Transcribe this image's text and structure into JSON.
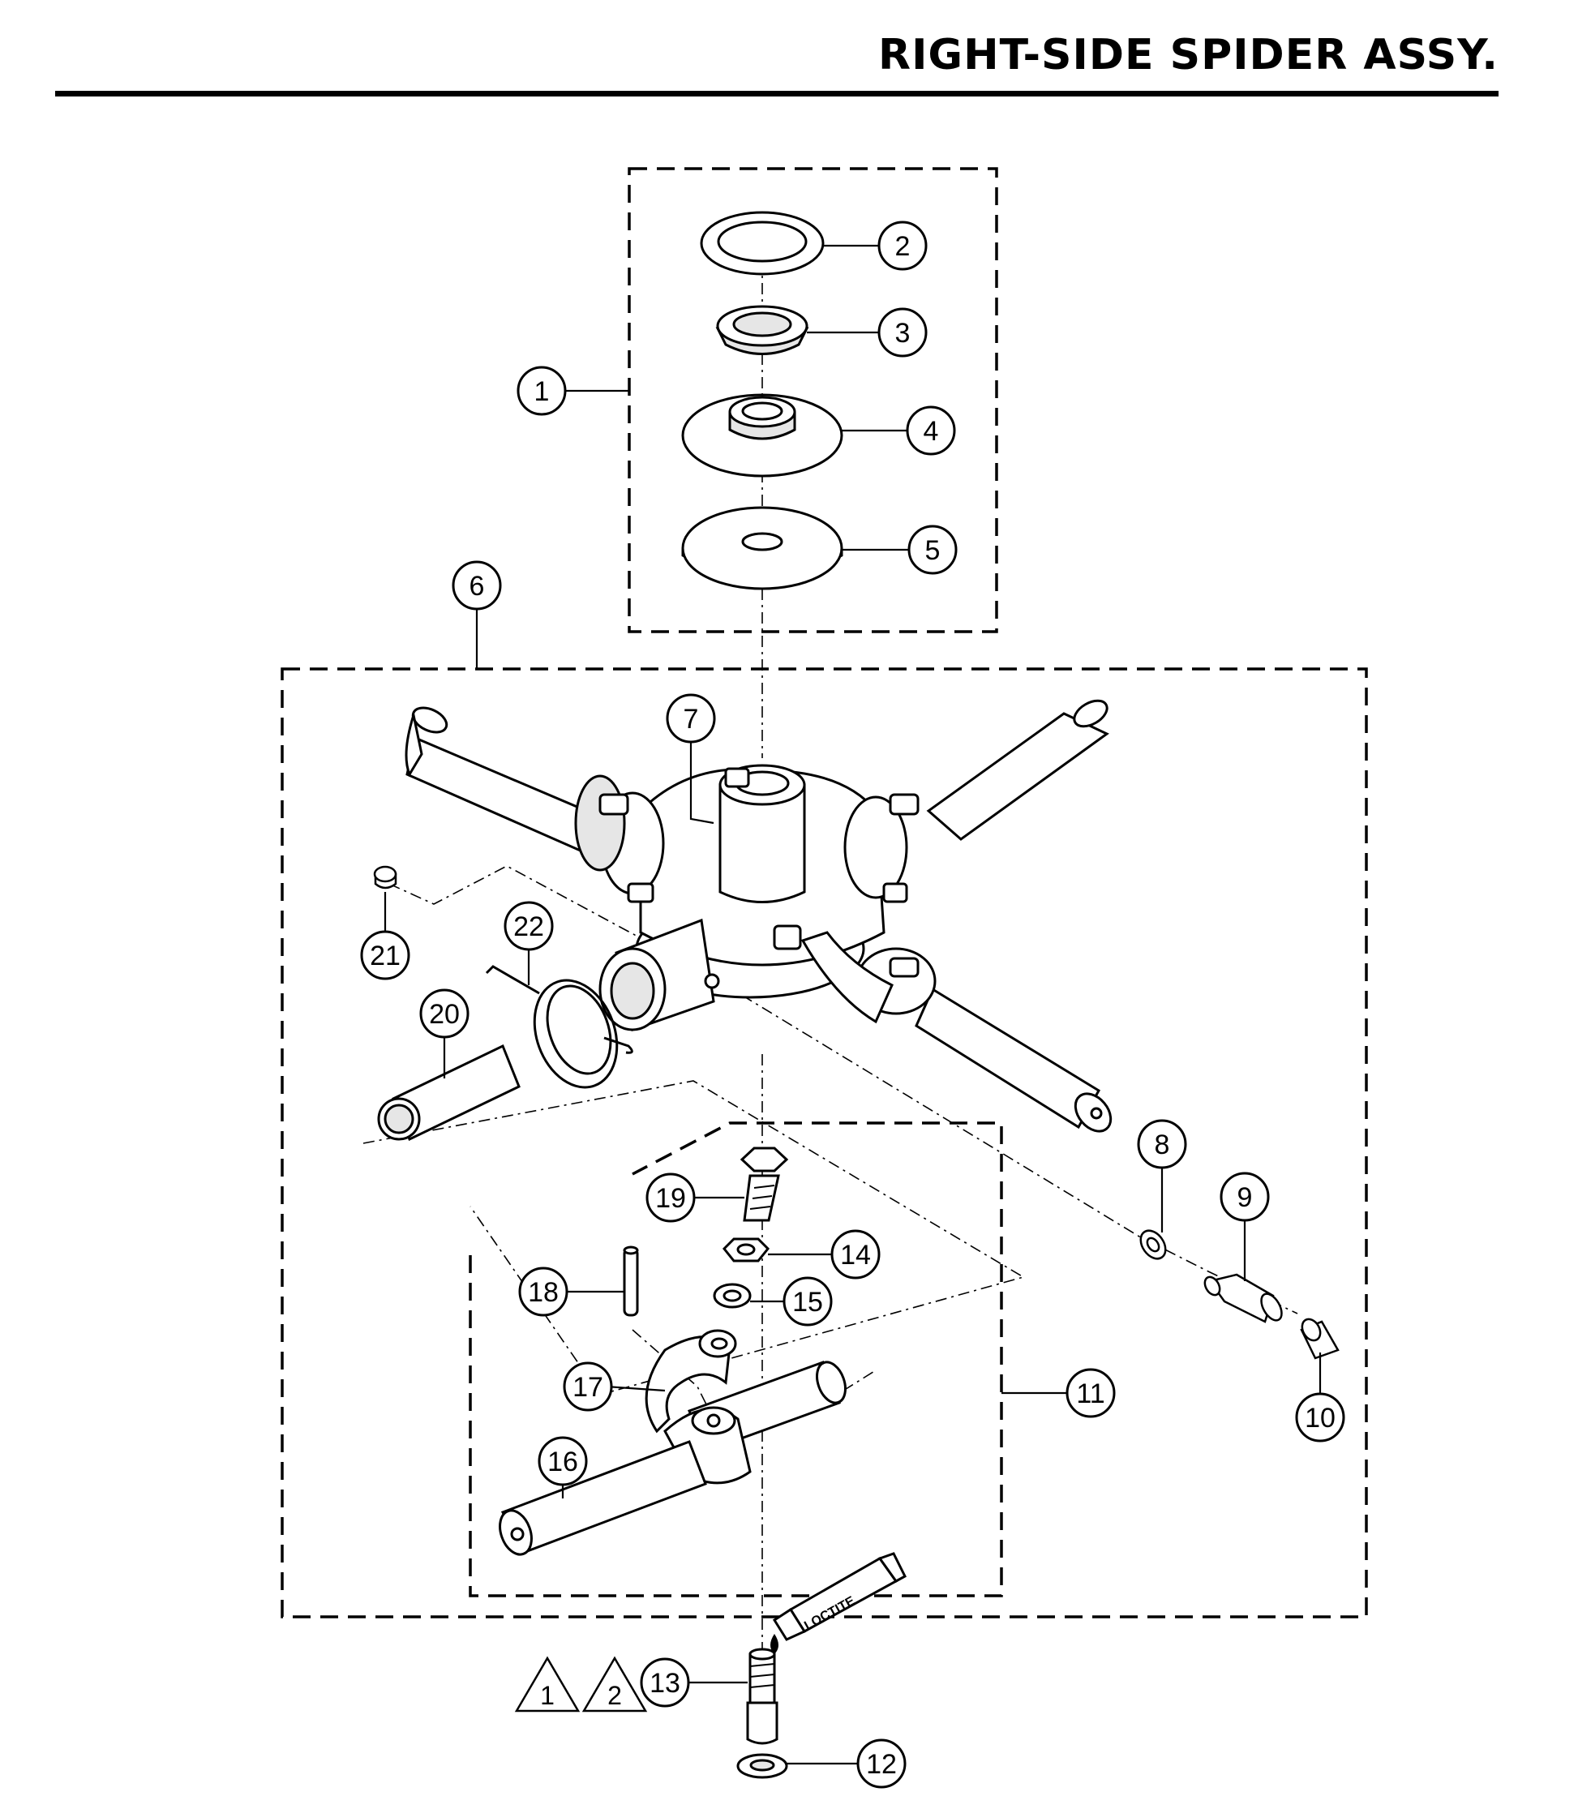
{
  "title": "RIGHT-SIDE SPIDER ASSY.",
  "callouts": [
    {
      "number": "1"
    },
    {
      "number": "2"
    },
    {
      "number": "3"
    },
    {
      "number": "4"
    },
    {
      "number": "5"
    },
    {
      "number": "6"
    },
    {
      "number": "7"
    },
    {
      "number": "8"
    },
    {
      "number": "9"
    },
    {
      "number": "10"
    },
    {
      "number": "11"
    },
    {
      "number": "12"
    },
    {
      "number": "13"
    },
    {
      "number": "14"
    },
    {
      "number": "15"
    },
    {
      "number": "16"
    },
    {
      "number": "17"
    },
    {
      "number": "18"
    },
    {
      "number": "19"
    },
    {
      "number": "20"
    },
    {
      "number": "21"
    },
    {
      "number": "22"
    }
  ],
  "warnings": [
    {
      "number": "1"
    },
    {
      "number": "2"
    }
  ],
  "loctite_label": "LOCTITE",
  "colors": {
    "ink": "#000000",
    "paper": "#ffffff",
    "shade": "#e6e6e6"
  }
}
